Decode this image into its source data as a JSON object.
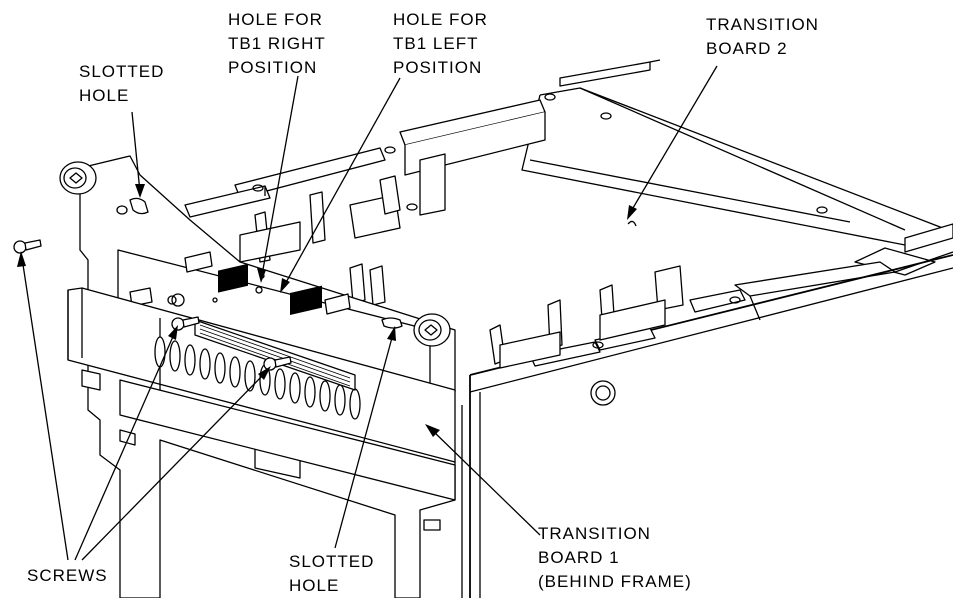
{
  "labels": {
    "slotted_hole_top": [
      "SLOTTED",
      "HOLE"
    ],
    "hole_tb1_right": [
      "HOLE FOR",
      "TB1 RIGHT",
      "POSITION"
    ],
    "hole_tb1_left": [
      "HOLE FOR",
      "TB1 LEFT",
      "POSITION"
    ],
    "transition_board_2": [
      "TRANSITION",
      "BOARD 2"
    ],
    "screws": [
      "SCREWS"
    ],
    "slotted_hole_bottom": [
      "SLOTTED",
      "HOLE"
    ],
    "transition_board_1": [
      "TRANSITION",
      "BOARD 1",
      "(BEHIND FRAME)"
    ]
  },
  "colors": {
    "ink": "#000000",
    "paper": "#ffffff"
  }
}
